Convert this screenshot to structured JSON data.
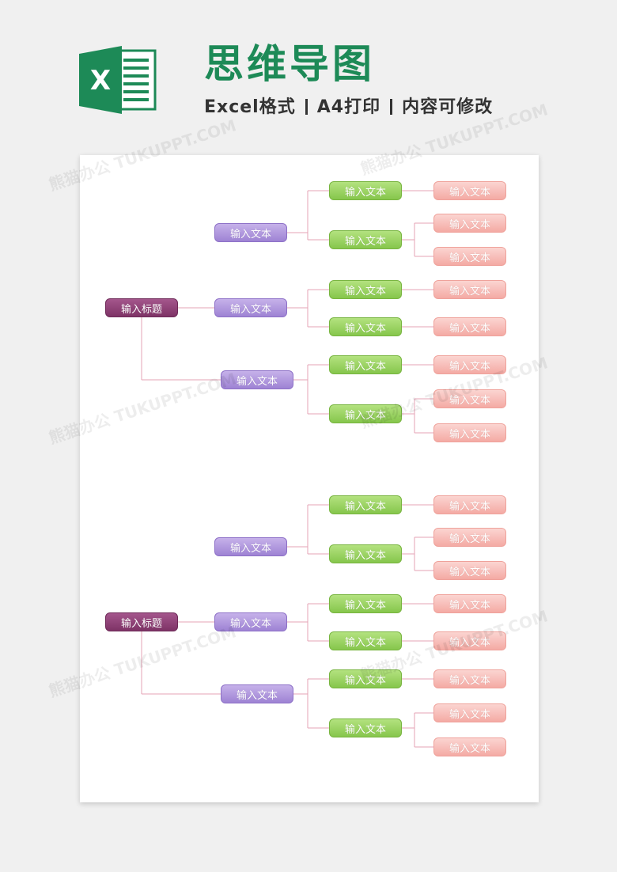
{
  "header": {
    "title": "思维导图",
    "subtitle_parts": [
      "Excel格式",
      "A4打印",
      "内容可修改"
    ],
    "logo_letter": "X"
  },
  "watermark_text": "熊猫办公 TUKUPPT.COM",
  "colors": {
    "title": "#1d8a57",
    "root": "#8c3d74",
    "level1": "#a98ddb",
    "level2": "#8cc853",
    "level3": "#f4b2ad",
    "connector": "#e4a3b6"
  },
  "mindmaps": [
    {
      "root": "输入标题",
      "branches": [
        {
          "label": "输入文本",
          "children": [
            {
              "label": "输入文本",
              "leaves": [
                "输入文本"
              ]
            },
            {
              "label": "输入文本",
              "leaves": [
                "输入文本",
                "输入文本"
              ]
            }
          ]
        },
        {
          "label": "输入文本",
          "children": [
            {
              "label": "输入文本",
              "leaves": [
                "输入文本"
              ]
            },
            {
              "label": "输入文本",
              "leaves": [
                "输入文本"
              ]
            }
          ]
        },
        {
          "label": "输入文本",
          "children": [
            {
              "label": "输入文本",
              "leaves": [
                "输入文本"
              ]
            },
            {
              "label": "输入文本",
              "leaves": [
                "输入文本",
                "输入文本"
              ]
            }
          ]
        }
      ]
    },
    {
      "root": "输入标题",
      "branches": [
        {
          "label": "输入文本",
          "children": [
            {
              "label": "输入文本",
              "leaves": [
                "输入文本"
              ]
            },
            {
              "label": "输入文本",
              "leaves": [
                "输入文本",
                "输入文本"
              ]
            }
          ]
        },
        {
          "label": "输入文本",
          "children": [
            {
              "label": "输入文本",
              "leaves": [
                "输入文本"
              ]
            },
            {
              "label": "输入文本",
              "leaves": [
                "输入文本"
              ]
            }
          ]
        },
        {
          "label": "输入文本",
          "children": [
            {
              "label": "输入文本",
              "leaves": [
                "输入文本"
              ]
            },
            {
              "label": "输入文本",
              "leaves": [
                "输入文本",
                "输入文本"
              ]
            }
          ]
        }
      ]
    }
  ]
}
